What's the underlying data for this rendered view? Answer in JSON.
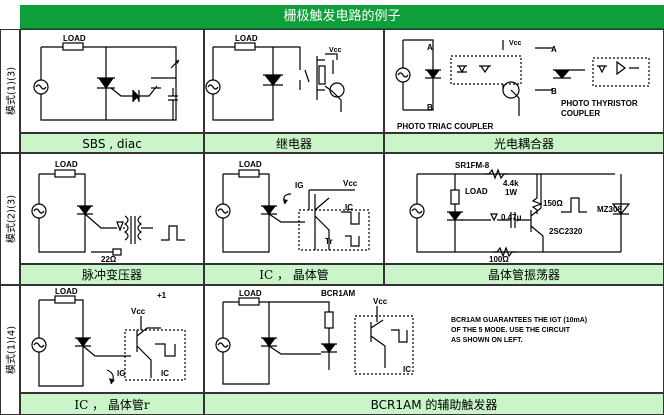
{
  "title": "栅极触发电路的例子",
  "modes": [
    "模式(1)(3)",
    "模式(2)(3)",
    "模式(1)(4)"
  ],
  "captions": {
    "sbs_diac": "SBS , diac",
    "relay": "继电器",
    "optocoupler": "光电耦合器",
    "pulse_transformer": "脉冲变压器",
    "ic_transistor_1": "IC ， 晶体管",
    "transistor_osc": "晶体管振荡器",
    "ic_transistor_2": "IC ， 晶体管r",
    "bcr1am_aux": "BCR1AM 的辅助触发器"
  },
  "labels": {
    "load": "LOAD",
    "vcc": "Vcc",
    "a": "A",
    "b": "B",
    "photo_triac_coupler": "PHOTO TRIAC COUPLER",
    "photo_thyristor_1": "PHOTO THYRISTOR",
    "photo_thyristor_2": "COUPLER",
    "ig": "IG",
    "ic": "IC",
    "tr": "Tr",
    "r22": "22Ω",
    "sr1fm": "SR1FM-8",
    "r4k4": "4.4k",
    "w1": "1W",
    "r150": "150Ω",
    "mz308": "MZ308",
    "c047": "0.47μ",
    "q2sc2320": "2SC2320",
    "r100": "100Ω",
    "plus1": "+1",
    "bcr1am": "BCR1AM",
    "note1": "BCR1AM GUARANTEES THE IGT (10mA)",
    "note2": "OF THE 5  MODE. USE THE CIRCUIT",
    "note3": "AS SHOWN ON LEFT."
  }
}
